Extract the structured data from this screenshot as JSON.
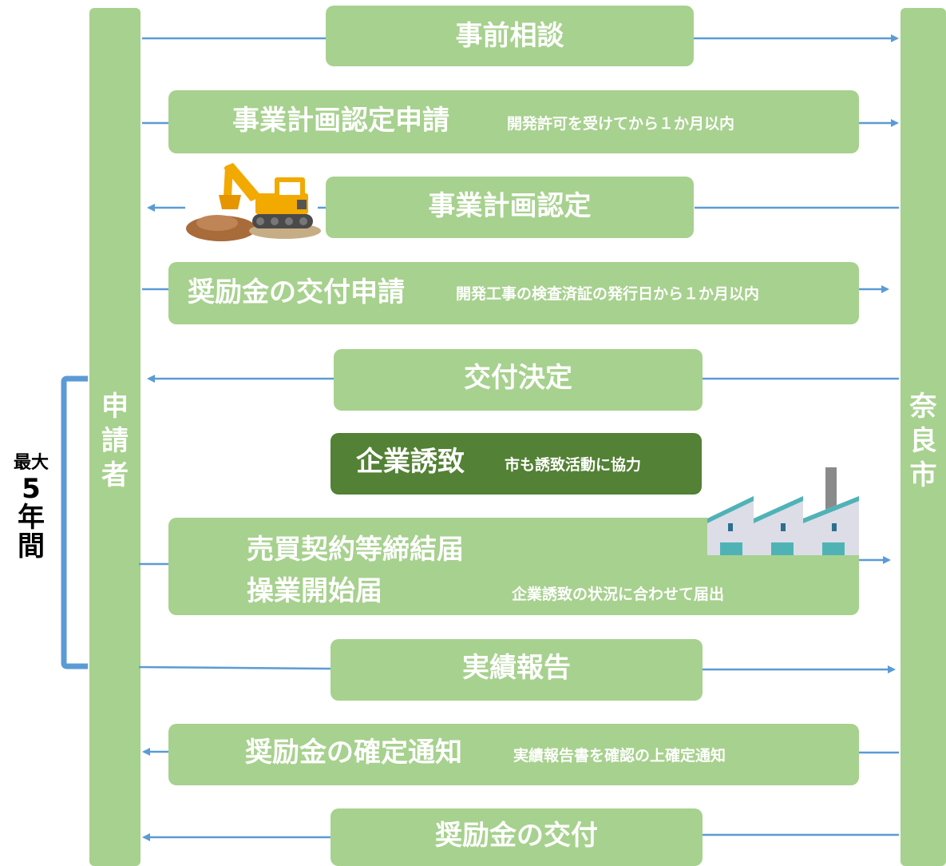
{
  "columns": {
    "applicant": "申請者",
    "city": "奈良市"
  },
  "period": {
    "prefix": "最大",
    "number": "5",
    "unit1": "年",
    "unit2": "間"
  },
  "steps": [
    {
      "id": "consultation",
      "label": "事前相談",
      "note": ""
    },
    {
      "id": "plan-application",
      "label": "事業計画認定申請",
      "note": "開発許可を受けてから１か月以内"
    },
    {
      "id": "plan-approval",
      "label": "事業計画認定",
      "note": ""
    },
    {
      "id": "grant-application",
      "label": "奨励金の交付申請",
      "note": "開発工事の検査済証の発行日から１か月以内"
    },
    {
      "id": "grant-decision",
      "label": "交付決定",
      "note": ""
    },
    {
      "id": "business-attraction",
      "label": "企業誘致",
      "note": "市も誘致活動に協力"
    },
    {
      "id": "contract-notice",
      "label": "売買契約等締結届",
      "label2": "操業開始届",
      "note": "企業誘致の状況に合わせて届出"
    },
    {
      "id": "performance-report",
      "label": "実績報告",
      "note": ""
    },
    {
      "id": "grant-confirmation",
      "label": "奨励金の確定通知",
      "note": "実績報告書を確認の上確定通知"
    },
    {
      "id": "grant-payment",
      "label": "奨励金の交付",
      "note": ""
    }
  ],
  "colors": {
    "step": "#a7d18e",
    "highlight": "#538135",
    "arrow": "#5b9bd5",
    "text": "#ffffff"
  },
  "icons": [
    "excavator-icon",
    "factory-icon"
  ]
}
